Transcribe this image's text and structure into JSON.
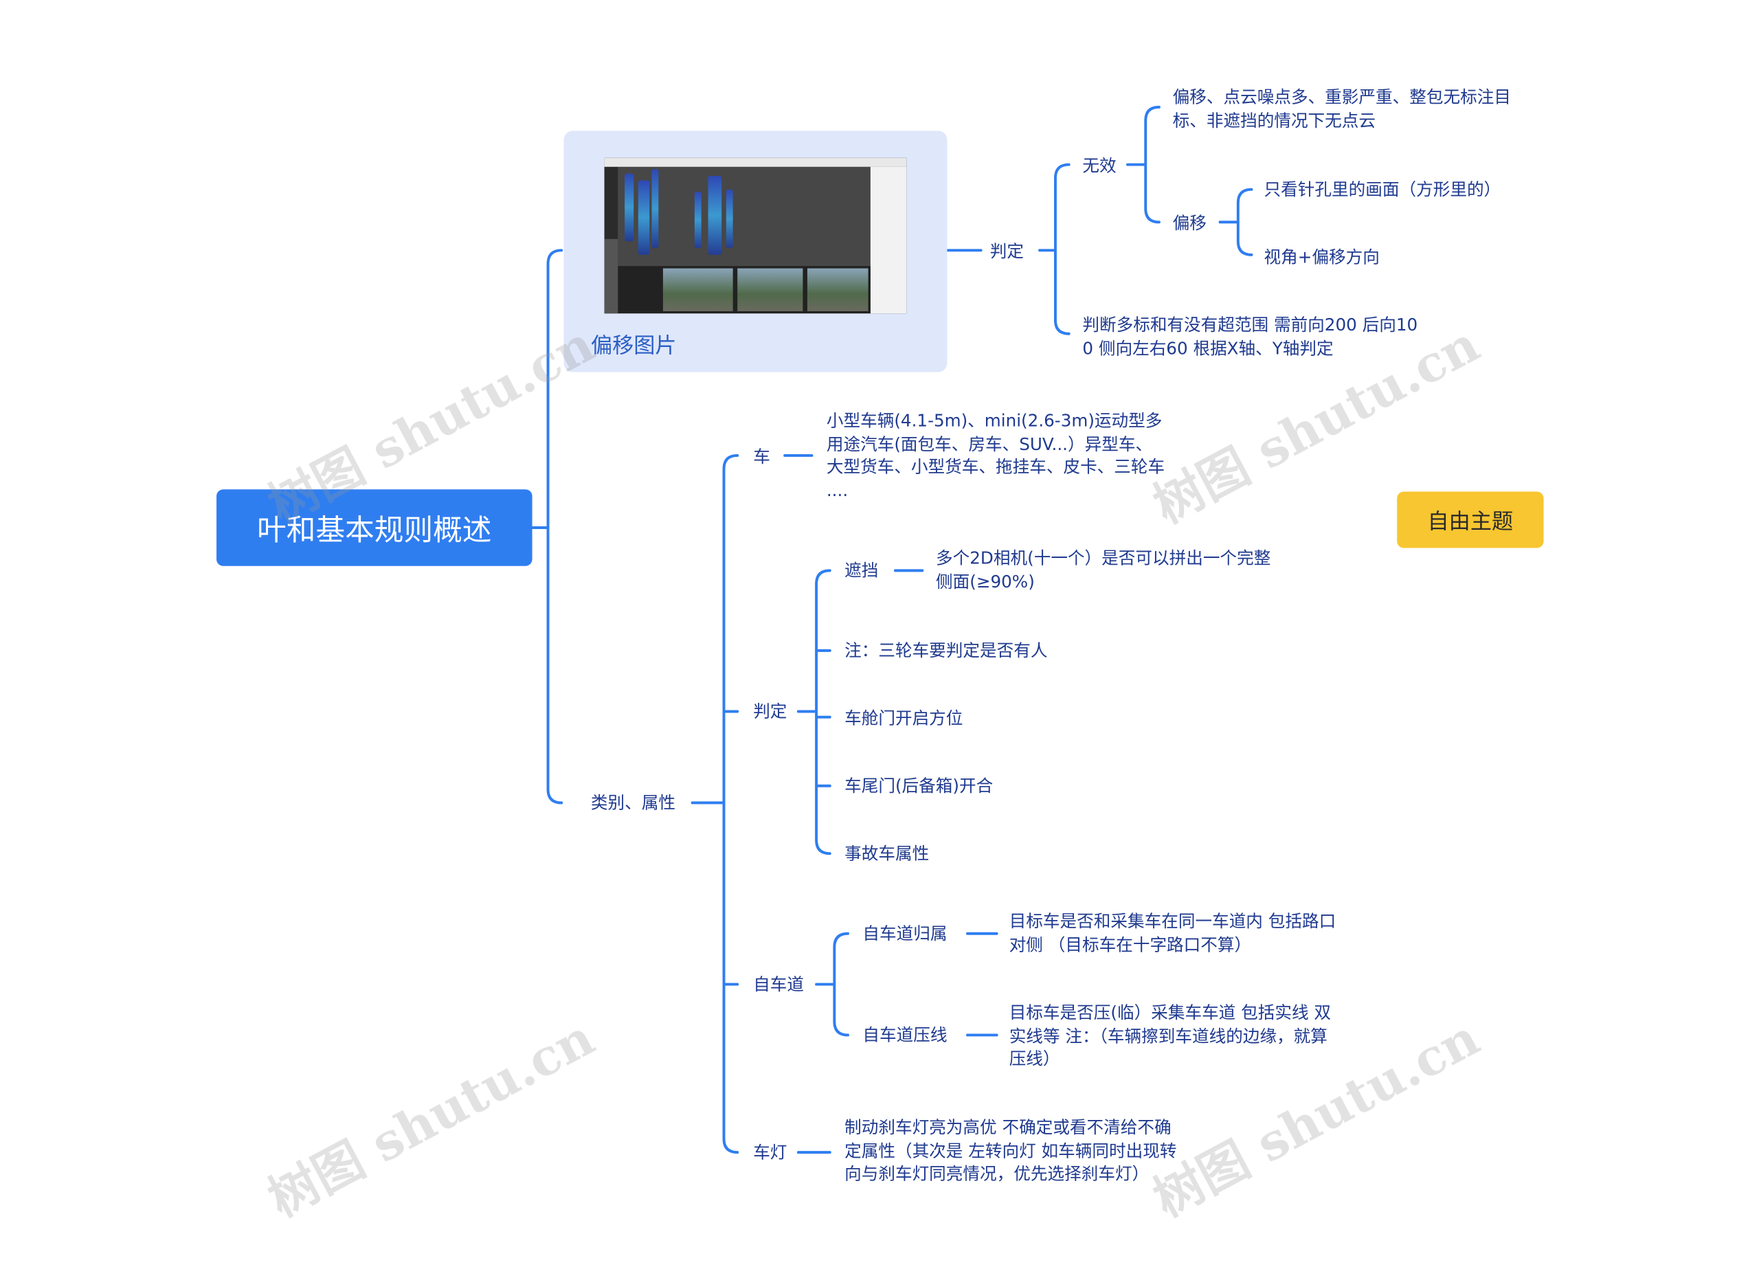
{
  "root": {
    "label": "叶和基本规则概述"
  },
  "free_topic": {
    "label": "自由主题"
  },
  "image_node": {
    "caption": "偏移图片",
    "judge": {
      "label": "判定",
      "invalid": {
        "label": "无效",
        "desc": "偏移、点云噪点多、重影严重、整包无标注目\n标、非遮挡的情况下无点云",
        "offset": {
          "label": "偏移",
          "items": [
            "只看针孔里的画面（方形里的）",
            "视角+偏移方向"
          ]
        }
      },
      "range_note": "判断多标和有没有超范围 需前向200 后向10\n0 侧向左右60 根据X轴、Y轴判定"
    }
  },
  "category": {
    "label": "类别、属性",
    "vehicle": {
      "label": "车",
      "desc": "小型车辆(4.1-5m)、mini(2.6-3m)运动型多\n用途汽车(面包车、房车、SUV...）异型车、\n大型货车、小型货车、拖挂车、皮卡、三轮车\n...."
    },
    "judge": {
      "label": "判定",
      "occlusion": {
        "label": "遮挡",
        "desc": "多个2D相机(十一个）是否可以拼出一个完整\n侧面(≥90%)"
      },
      "items": [
        "注：三轮车要判定是否有人",
        "车舱门开启方位",
        "车尾门(后备箱)开合",
        "事故车属性"
      ]
    },
    "ego_lane": {
      "label": "自车道",
      "belong": {
        "label": "自车道归属",
        "desc": "目标车是否和采集车在同一车道内 包括路口\n对侧 （目标车在十字路口不算）"
      },
      "press": {
        "label": "自车道压线",
        "desc": "目标车是否压(临）采集车车道 包括实线 双\n实线等 注：（车辆擦到车道线的边缘，就算\n压线）"
      }
    },
    "lights": {
      "label": "车灯",
      "desc": "制动刹车灯亮为高优 不确定或看不清给不确\n定属性（其次是 左转向灯 如车辆同时出现转\n向与刹车灯同亮情况，优先选择刹车灯）"
    }
  },
  "watermark": "树图 shutu.cn",
  "colors": {
    "root": "#2f7ef0",
    "free_topic": "#f7c630",
    "line": "#2f7ef0",
    "image_card": "#dfe7fb",
    "text": "#1f3a8f"
  }
}
